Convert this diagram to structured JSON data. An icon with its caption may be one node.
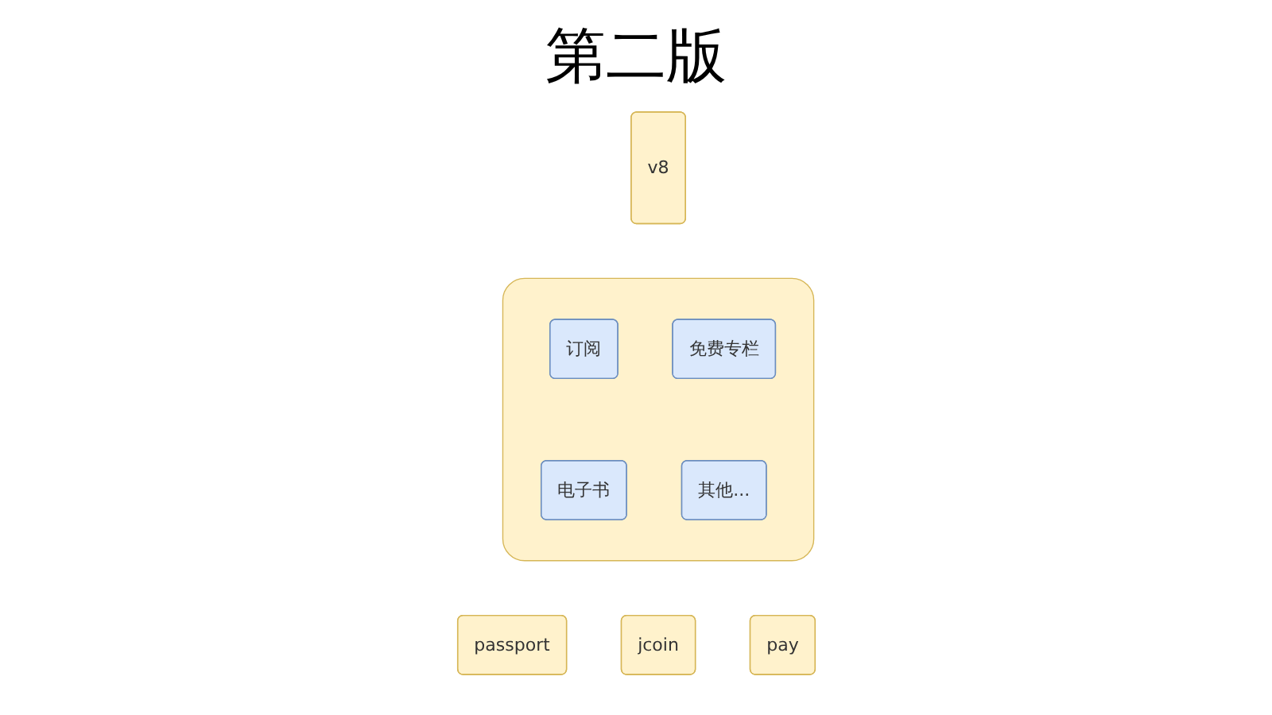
{
  "diagram": {
    "title": "第二版",
    "nodes": [
      {
        "text": [
          "v8"
        ]
      },
      {
        "text": [],
        "shape": "box"
      },
      {
        "text": [
          "订阅"
        ],
        "in": 1
      },
      {
        "text": [
          "免费专栏"
        ],
        "in": 1
      },
      {
        "text": [
          "电子书"
        ],
        "in": 1
      },
      {
        "text": [
          "其他..."
        ],
        "in": 1
      },
      {
        "text": [
          "passport"
        ]
      },
      {
        "text": [
          "jcoin"
        ]
      },
      {
        "text": [
          "pay"
        ]
      }
    ],
    "edges": []
  }
}
